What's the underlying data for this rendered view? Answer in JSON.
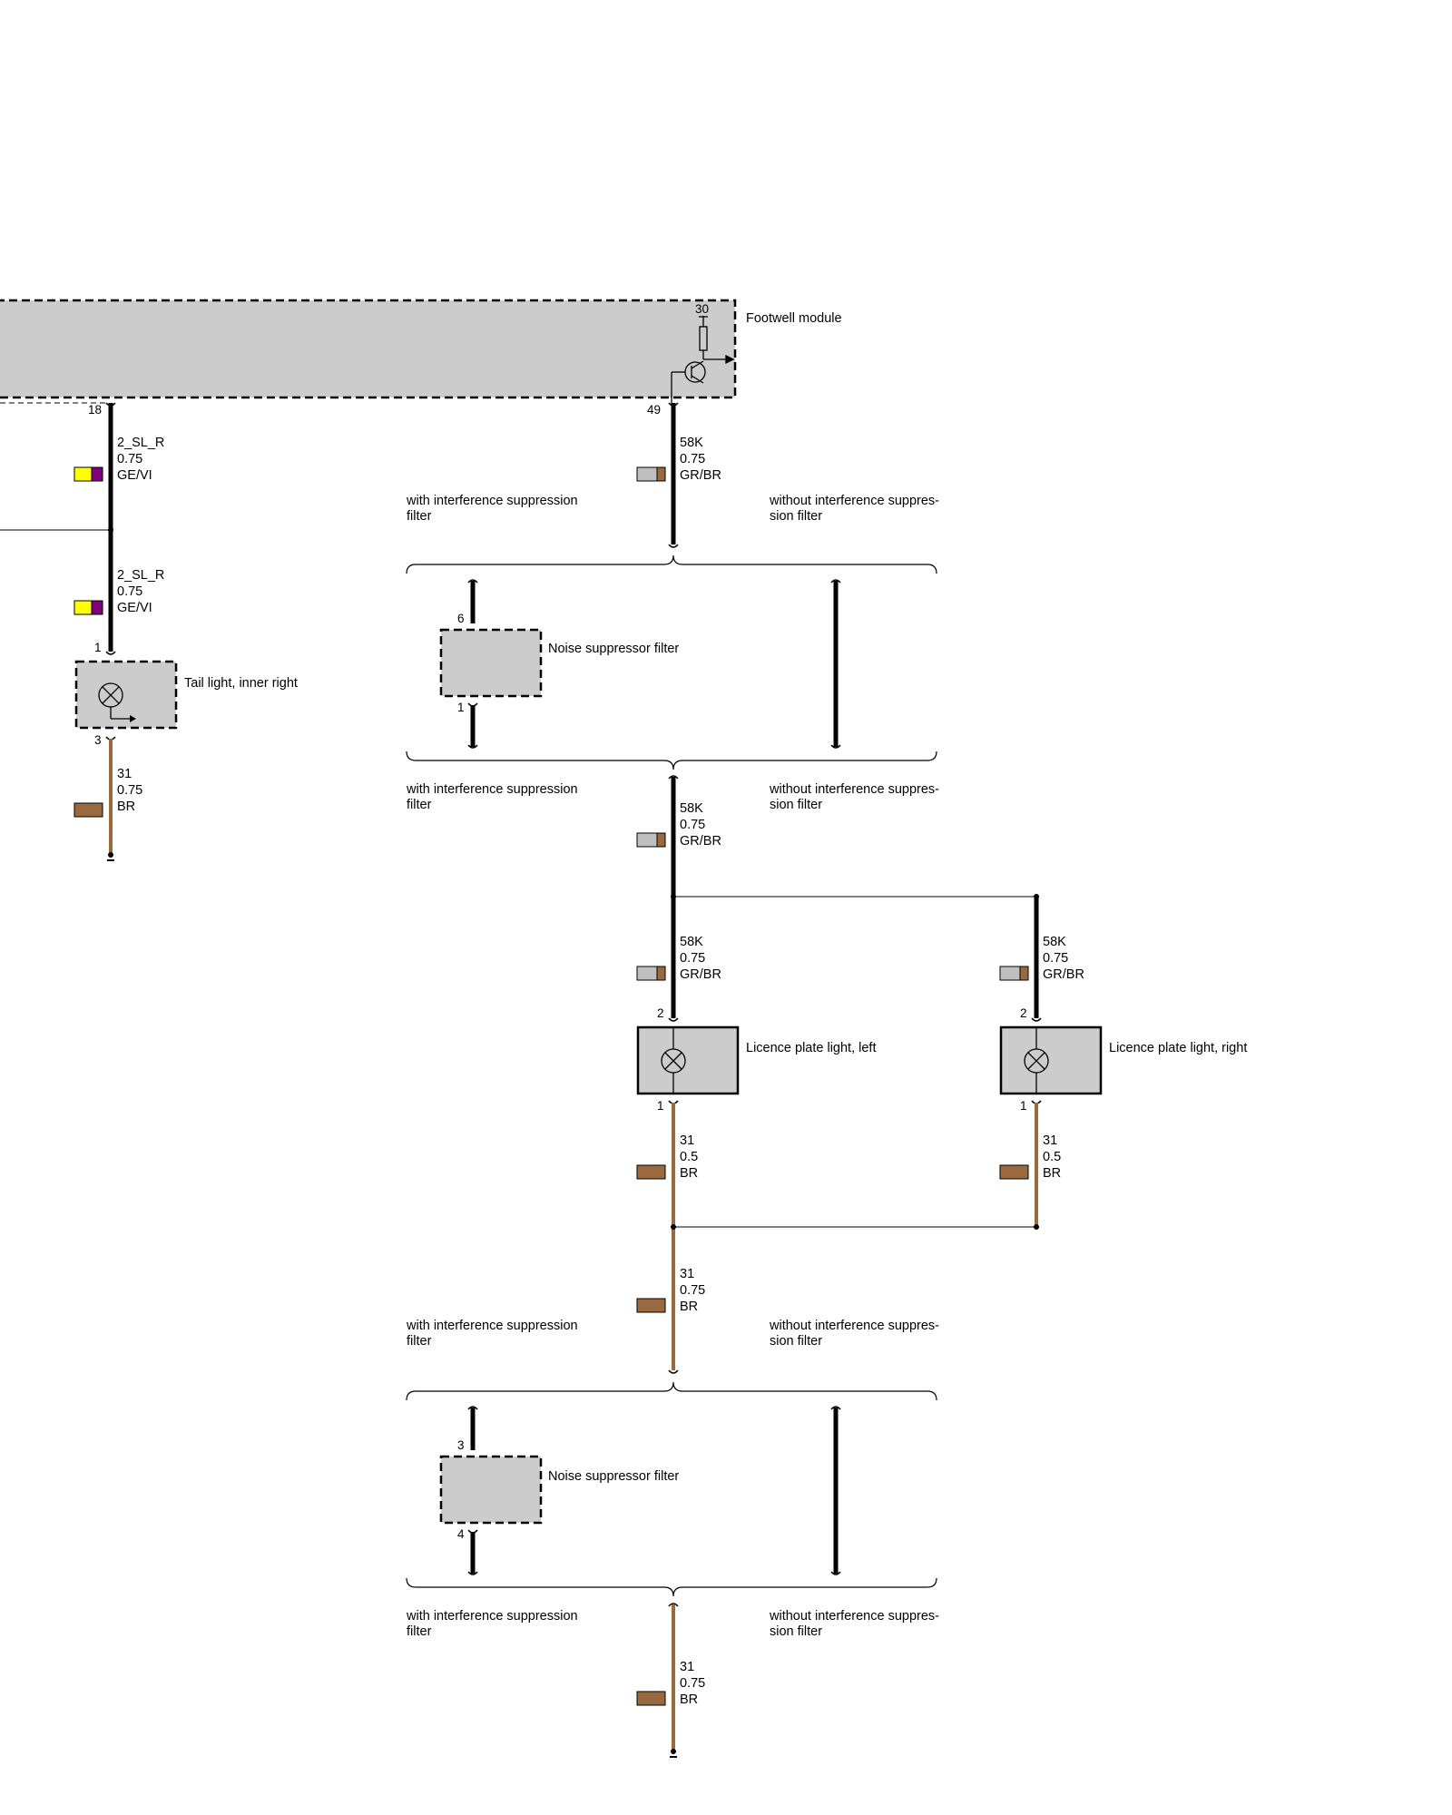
{
  "colors": {
    "module_fill": "#cccccc",
    "black_wire": "#000000",
    "brown_wire": "#9a6a3e",
    "swatch_ge": "#ffff00",
    "swatch_vi": "#800080",
    "swatch_gr": "#bfbfbf",
    "swatch_br": "#9a6a3e"
  },
  "components": {
    "footwell_module": {
      "label": "Footwell module",
      "pin_30": "30",
      "pin_18": "18",
      "pin_49": "49"
    },
    "tail_light": {
      "label": "Tail light, inner right",
      "pin_in": "1",
      "pin_out": "3"
    },
    "noise_filter_upper": {
      "label": "Noise suppressor filter",
      "pin_in": "6",
      "pin_out": "1"
    },
    "noise_filter_lower": {
      "label": "Noise suppressor filter",
      "pin_in": "3",
      "pin_out": "4"
    },
    "licence_left": {
      "label": "Licence plate light, left",
      "pin_in": "2",
      "pin_out": "1"
    },
    "licence_right": {
      "label": "Licence plate light, right",
      "pin_in": "2",
      "pin_out": "1"
    }
  },
  "wires": {
    "w_2slr_a": {
      "name": "2_SL_R",
      "size": "0.75",
      "color": "GE/VI"
    },
    "w_2slr_b": {
      "name": "2_SL_R",
      "size": "0.75",
      "color": "GE/VI"
    },
    "w_31_tail": {
      "name": "31",
      "size": "0.75",
      "color": "BR"
    },
    "w_58k_top": {
      "name": "58K",
      "size": "0.75",
      "color": "GR/BR"
    },
    "w_58k_mid": {
      "name": "58K",
      "size": "0.75",
      "color": "GR/BR"
    },
    "w_58k_left": {
      "name": "58K",
      "size": "0.75",
      "color": "GR/BR"
    },
    "w_58k_right": {
      "name": "58K",
      "size": "0.75",
      "color": "GR/BR"
    },
    "w_31_left": {
      "name": "31",
      "size": "0.5",
      "color": "BR"
    },
    "w_31_right": {
      "name": "31",
      "size": "0.5",
      "color": "BR"
    },
    "w_31_mid": {
      "name": "31",
      "size": "0.75",
      "color": "BR"
    },
    "w_31_bottom": {
      "name": "31",
      "size": "0.75",
      "color": "BR"
    }
  },
  "variants": {
    "with_line1": "with interference suppression",
    "with_line2": "filter",
    "without_line1": "without interference suppres-",
    "without_line2": "sion filter"
  }
}
